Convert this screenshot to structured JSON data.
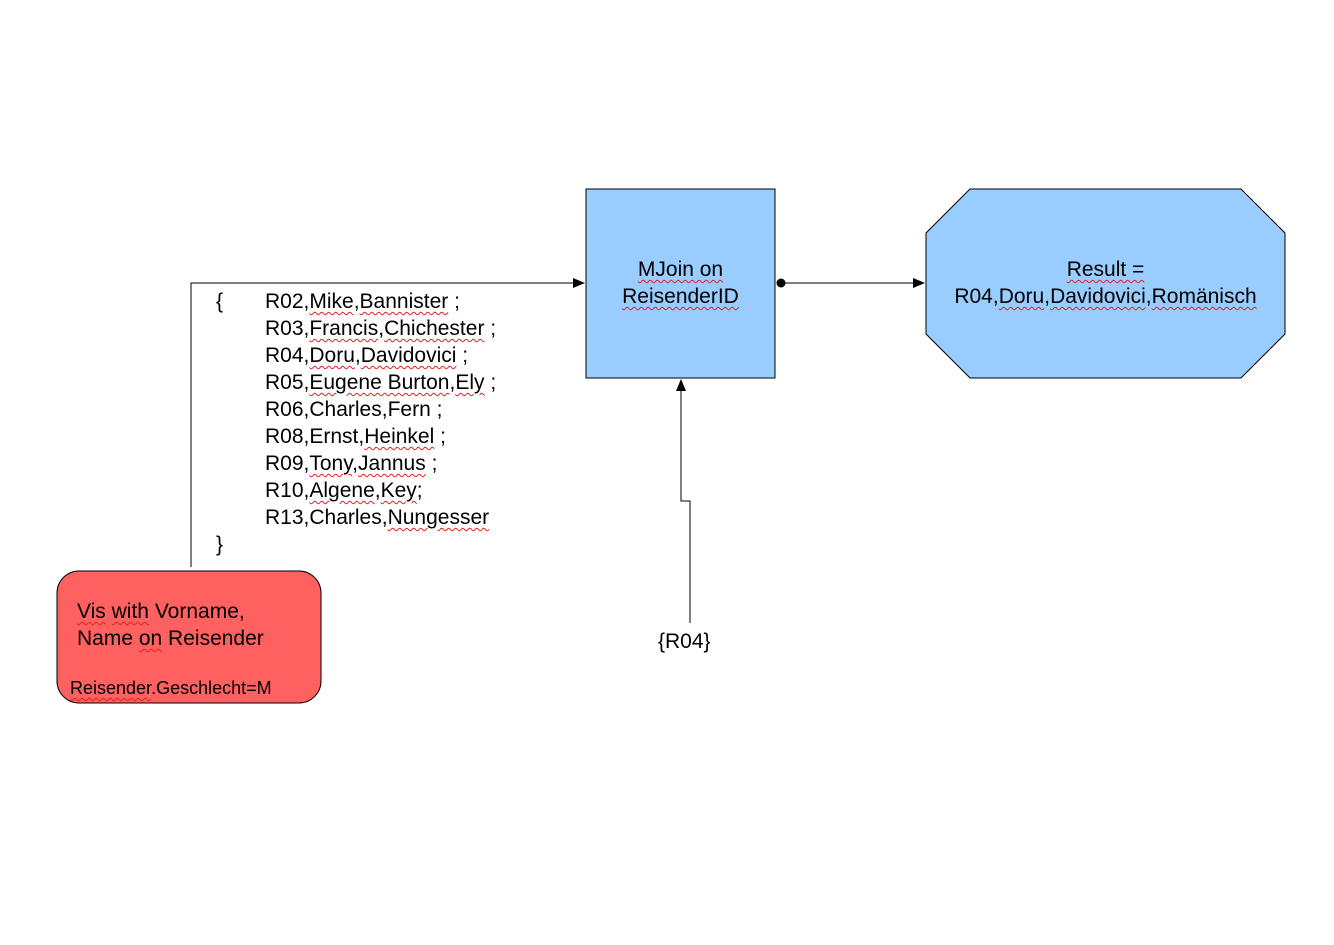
{
  "source_box": {
    "line1_word1": "Vis",
    "line1_word2": "with",
    "line1_rest": " Vorname,",
    "line2_start": "Name ",
    "line2_word": "on",
    "line2_rest": " Reisender",
    "condition_pre": "Reisender",
    "condition_post": ".Geschlecht=M"
  },
  "tuple_list": {
    "open_brace": "{",
    "close_brace": "}",
    "rows": [
      {
        "id": "R02,",
        "first": "Mike",
        "sep": ",",
        "last": "Bannister",
        "end": " ;"
      },
      {
        "id": "R03,",
        "first": "Francis",
        "sep": ",",
        "last": "Chichester",
        "end": " ;"
      },
      {
        "id": "R04,",
        "first": "Doru",
        "sep": ",",
        "last": "Davidovici",
        "end": " ;"
      },
      {
        "id": "R05,",
        "first": "Eugene Burton",
        "sep": ",",
        "last": "Ely",
        "end": " ;"
      },
      {
        "id": "R06,",
        "first": "Charles",
        "sep": ",",
        "last": "Fern",
        "end": " ;"
      },
      {
        "id": "R08,",
        "first": "Ernst",
        "sep": ",",
        "last": "Heinkel",
        "end": " ;"
      },
      {
        "id": "R09,",
        "first": "Tony",
        "sep": ",",
        "last": "Jannus",
        "end": " ;"
      },
      {
        "id": "R10,",
        "first": "Algene",
        "sep": ",",
        "last": "Key",
        "end": ";"
      },
      {
        "id": "R13,",
        "first": "Charles",
        "sep": ",",
        "last": "Nungesser",
        "end": ""
      }
    ]
  },
  "join_box": {
    "line1": "MJoin on",
    "line2": "ReisenderID"
  },
  "filter_input": {
    "label": "{R04}"
  },
  "result_box": {
    "line1": "Result =",
    "id": "R04,",
    "first": "Doru",
    "sep1": ",",
    "last": "Davidovici",
    "sep2": ",",
    "nation": "Romänisch"
  },
  "colors": {
    "source_fill": "#ff6060",
    "join_fill": "#99ccff",
    "result_fill": "#99ccff",
    "stroke": "#000000",
    "spell_underline": "#e02020"
  }
}
